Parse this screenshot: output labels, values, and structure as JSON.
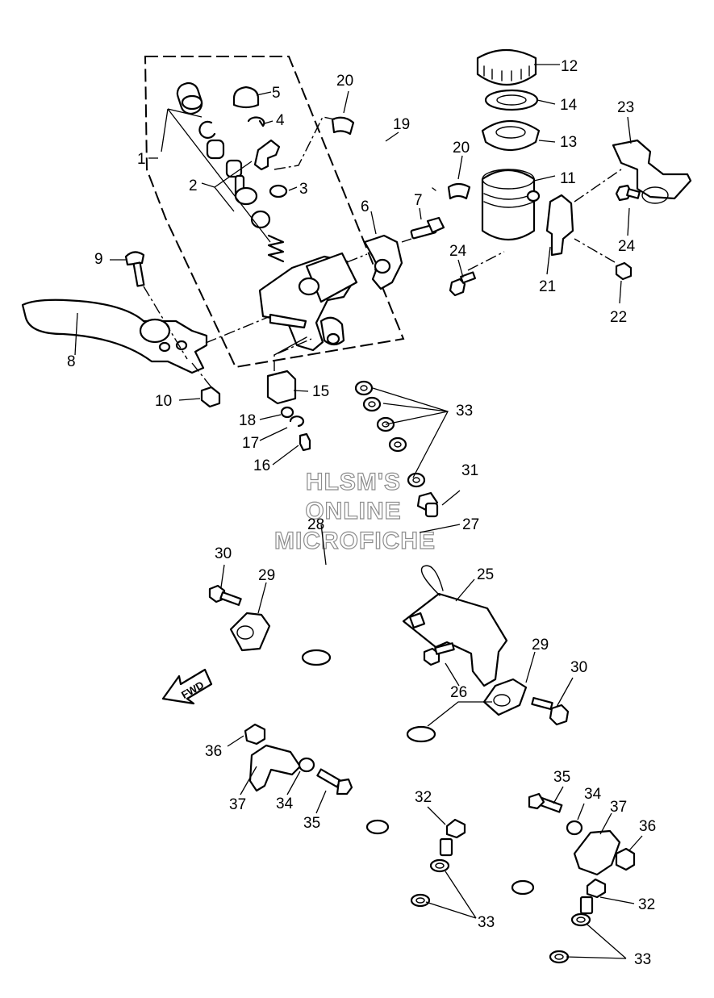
{
  "watermark": {
    "line1": "HLSM'S",
    "line2": "ONLINE",
    "line3": "MICROFICHE"
  },
  "direction_arrow": {
    "label": "FWD",
    "icon": "fwd-arrow-icon"
  },
  "callouts": [
    {
      "id": "c1",
      "label": "1"
    },
    {
      "id": "c2",
      "label": "2"
    },
    {
      "id": "c3",
      "label": "3"
    },
    {
      "id": "c4",
      "label": "4"
    },
    {
      "id": "c5",
      "label": "5"
    },
    {
      "id": "c6",
      "label": "6"
    },
    {
      "id": "c7",
      "label": "7"
    },
    {
      "id": "c8",
      "label": "8"
    },
    {
      "id": "c9",
      "label": "9"
    },
    {
      "id": "c10",
      "label": "10"
    },
    {
      "id": "c11",
      "label": "11"
    },
    {
      "id": "c12",
      "label": "12"
    },
    {
      "id": "c13",
      "label": "13"
    },
    {
      "id": "c14",
      "label": "14"
    },
    {
      "id": "c15",
      "label": "15"
    },
    {
      "id": "c16",
      "label": "16"
    },
    {
      "id": "c17",
      "label": "17"
    },
    {
      "id": "c18",
      "label": "18"
    },
    {
      "id": "c19",
      "label": "19"
    },
    {
      "id": "c20a",
      "label": "20"
    },
    {
      "id": "c20b",
      "label": "20"
    },
    {
      "id": "c21",
      "label": "21"
    },
    {
      "id": "c22",
      "label": "22"
    },
    {
      "id": "c23",
      "label": "23"
    },
    {
      "id": "c24a",
      "label": "24"
    },
    {
      "id": "c24b",
      "label": "24"
    },
    {
      "id": "c25",
      "label": "25"
    },
    {
      "id": "c26",
      "label": "26"
    },
    {
      "id": "c27",
      "label": "27"
    },
    {
      "id": "c28",
      "label": "28"
    },
    {
      "id": "c29a",
      "label": "29"
    },
    {
      "id": "c29b",
      "label": "29"
    },
    {
      "id": "c30a",
      "label": "30"
    },
    {
      "id": "c30b",
      "label": "30"
    },
    {
      "id": "c31",
      "label": "31"
    },
    {
      "id": "c32a",
      "label": "32"
    },
    {
      "id": "c32b",
      "label": "32"
    },
    {
      "id": "c33a",
      "label": "33"
    },
    {
      "id": "c33b",
      "label": "33"
    },
    {
      "id": "c33c",
      "label": "33"
    },
    {
      "id": "c34a",
      "label": "34"
    },
    {
      "id": "c34b",
      "label": "34"
    },
    {
      "id": "c35a",
      "label": "35"
    },
    {
      "id": "c35b",
      "label": "35"
    },
    {
      "id": "c36a",
      "label": "36"
    },
    {
      "id": "c36b",
      "label": "36"
    },
    {
      "id": "c37a",
      "label": "37"
    },
    {
      "id": "c37b",
      "label": "37"
    }
  ]
}
